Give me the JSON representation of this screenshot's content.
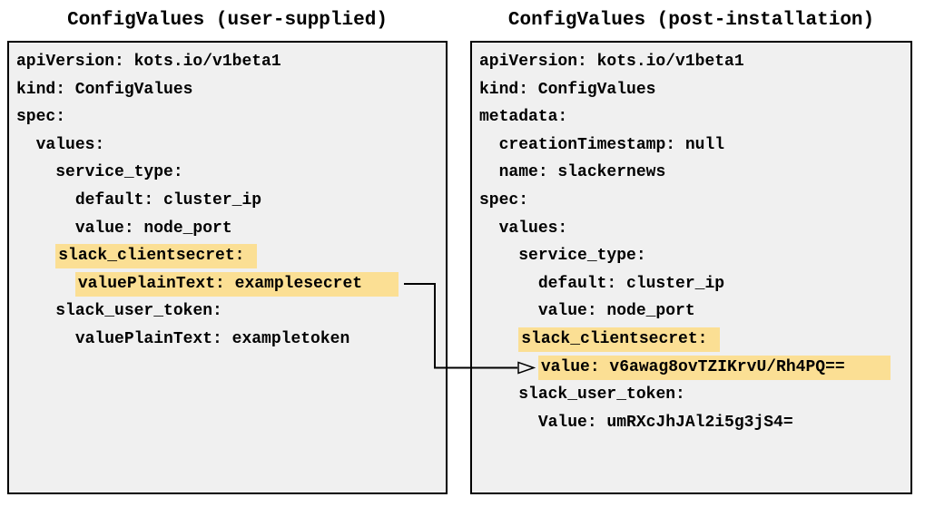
{
  "colors": {
    "highlight": "#fbdf94",
    "panel_bg": "#f0f0f0",
    "border": "#000000",
    "text": "#000000"
  },
  "left_panel": {
    "title": "ConfigValues (user-supplied)",
    "lines": [
      {
        "indent": "",
        "text": "apiVersion: kots.io/v1beta1",
        "hl": false
      },
      {
        "indent": "",
        "text": "kind: ConfigValues",
        "hl": false
      },
      {
        "indent": "",
        "text": "spec:",
        "hl": false
      },
      {
        "indent": "  ",
        "text": "values:",
        "hl": false
      },
      {
        "indent": "    ",
        "text": "service_type:",
        "hl": false
      },
      {
        "indent": "      ",
        "text": "default: cluster_ip",
        "hl": false
      },
      {
        "indent": "      ",
        "text": "value: node_port",
        "hl": false
      },
      {
        "indent": "    ",
        "text": "slack_clientsecret:",
        "hl": true
      },
      {
        "indent": "      ",
        "text": "valuePlainText: examplesecret",
        "hl": true
      },
      {
        "indent": "    ",
        "text": "slack_user_token:",
        "hl": false
      },
      {
        "indent": "      ",
        "text": "valuePlainText: exampletoken",
        "hl": false
      }
    ]
  },
  "right_panel": {
    "title": "ConfigValues (post-installation)",
    "lines": [
      {
        "indent": "",
        "text": "apiVersion: kots.io/v1beta1",
        "hl": false
      },
      {
        "indent": "",
        "text": "kind: ConfigValues",
        "hl": false
      },
      {
        "indent": "",
        "text": "metadata:",
        "hl": false
      },
      {
        "indent": "  ",
        "text": "creationTimestamp: null",
        "hl": false
      },
      {
        "indent": "  ",
        "text": "name: slackernews",
        "hl": false
      },
      {
        "indent": "",
        "text": "spec:",
        "hl": false
      },
      {
        "indent": "  ",
        "text": "values:",
        "hl": false
      },
      {
        "indent": "    ",
        "text": "service_type:",
        "hl": false
      },
      {
        "indent": "      ",
        "text": "default: cluster_ip",
        "hl": false
      },
      {
        "indent": "      ",
        "text": "value: node_port",
        "hl": false
      },
      {
        "indent": "    ",
        "text": "slack_clientsecret:",
        "hl": true
      },
      {
        "indent": "      ",
        "text": "value: v6awag8ovTZIKrvU/Rh4PQ==",
        "hl": true
      },
      {
        "indent": "    ",
        "text": "slack_user_token:",
        "hl": false
      },
      {
        "indent": "      ",
        "text": "Value: umRXcJhJAl2i5g3jS4=",
        "hl": false
      }
    ]
  },
  "arrow": {
    "type": "elbow-connector",
    "from": "left_panel.lines.8.text",
    "to": "right_panel.lines.11.text"
  }
}
